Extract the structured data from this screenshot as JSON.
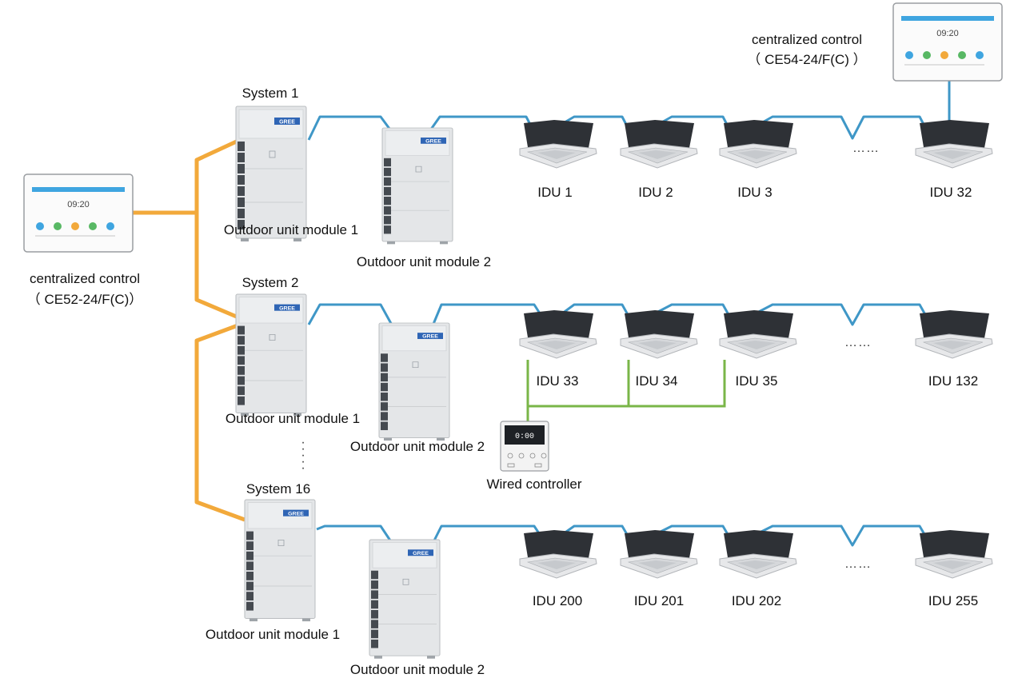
{
  "centralized_left": {
    "title": "centralized control",
    "model": "（ CE52-24/F(C)）",
    "screen_time": "09:20"
  },
  "centralized_right": {
    "title": "centralized control",
    "model": "（ CE54-24/F(C) ）",
    "screen_time": "09:20"
  },
  "systems": [
    {
      "name": "System 1",
      "module1": "Outdoor unit module 1",
      "module2": "Outdoor unit module 2",
      "idus": [
        "IDU 1",
        "IDU 2",
        "IDU 3",
        "IDU 32"
      ]
    },
    {
      "name": "System 2",
      "module1": "Outdoor unit module 1",
      "module2": "Outdoor unit module 2",
      "idus": [
        "IDU 33",
        "IDU 34",
        "IDU 35",
        "IDU 132"
      ]
    },
    {
      "name": "System 16",
      "module1": "Outdoor unit module 1",
      "module2": "Outdoor unit module 2",
      "idus": [
        "IDU 200",
        "IDU 201",
        "IDU 202",
        "IDU 255"
      ]
    }
  ],
  "ellipsis": "……",
  "wired_controller": {
    "label": "Wired controller",
    "screen_time": "0:00"
  },
  "brand": "GREE",
  "colors": {
    "refrigerant_line": "#3f97c7",
    "control_bus": "#f2a93b",
    "wired_link": "#7ab648"
  }
}
